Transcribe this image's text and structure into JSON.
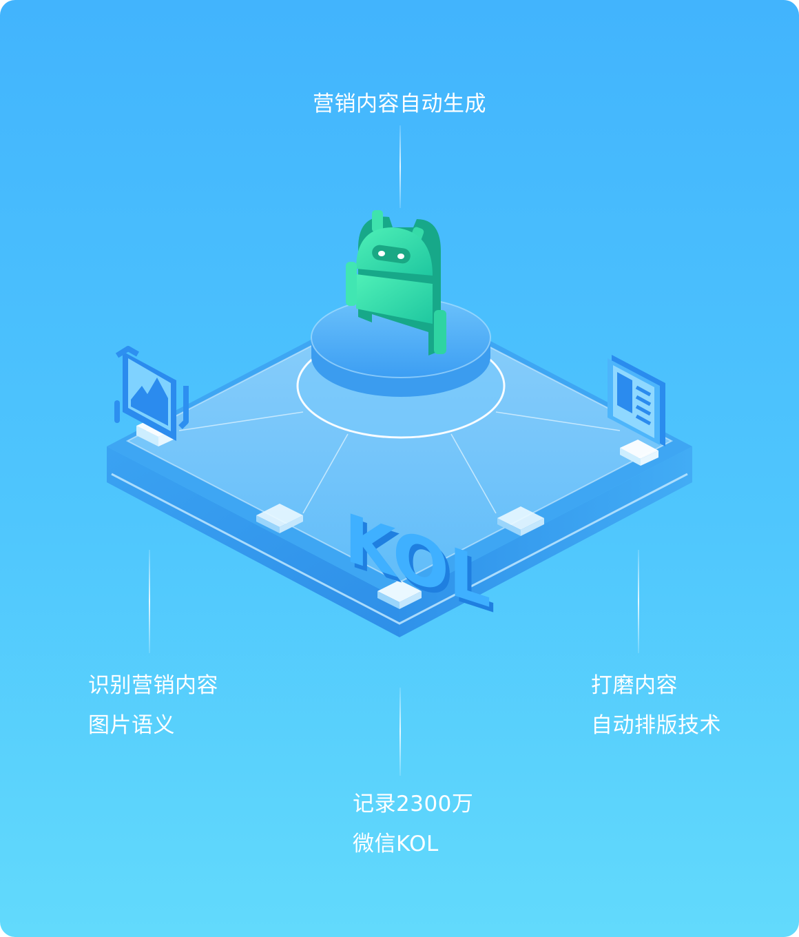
{
  "top_label": {
    "line1": "营销内容自动生成"
  },
  "left_label": {
    "line1": "识别营销内容",
    "line2": "图片语义"
  },
  "right_label": {
    "line1": "打磨内容",
    "line2": "自动排版技术"
  },
  "bottom_label": {
    "line1": "记录2300万",
    "line2": "微信KOL"
  },
  "kol_sign": "KOL",
  "colors": {
    "background_top": "#42b4fd",
    "background_bottom": "#62dafc",
    "platform": "#3d9ef0",
    "robot": "#33d9a5",
    "icon_blue": "#2a8df0",
    "text": "#ffffff"
  },
  "icons": [
    "robot-icon",
    "image-frame-icon",
    "news-document-icon",
    "kol-letters"
  ]
}
